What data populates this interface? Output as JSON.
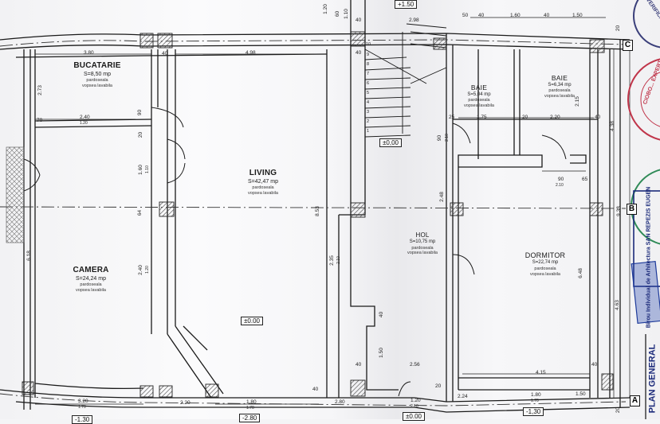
{
  "drawing": {
    "type": "architectural floor plan (photographed sheet)",
    "rooms": [
      {
        "name": "BUCATARIE",
        "area": "S=8,50 mp",
        "floor": "pardoseala",
        "walls": "vopsea lavabila"
      },
      {
        "name": "LIVING",
        "area": "S=42,47 mp",
        "floor": "pardoseala",
        "walls": "vopsea lavabila"
      },
      {
        "name": "CAMERA",
        "area": "S=24,24 mp",
        "floor": "pardoseala",
        "walls": "vopsea lavabila"
      },
      {
        "name": "HOL",
        "area": "S=10,75 mp",
        "floor": "pardoseala",
        "walls": "vopsea lavabila"
      },
      {
        "name": "BAIE",
        "area": "S=5,04 mp",
        "floor": "pardoseala",
        "walls": "vopsea lavabila"
      },
      {
        "name": "BAIE",
        "area": "S=6,34 mp",
        "floor": "pardoseala",
        "walls": "vopsea lavabila"
      },
      {
        "name": "DORMITOR",
        "area": "S=22,74 mp",
        "floor": "pardoseala",
        "walls": "vopsea lavabila"
      }
    ],
    "levels": {
      "stair_top": "+1.50",
      "stair_bottom": "±0,00",
      "living": "±0.00",
      "bottom_left": "-1.30",
      "bottom_mid": "-2.80",
      "bottom_entry": "±0.00",
      "bottom_right": "-1,30"
    },
    "axes": [
      "C",
      "B",
      "A"
    ],
    "stair_steps": [
      "1",
      "2",
      "3",
      "4",
      "5",
      "6",
      "7",
      "8",
      "9",
      "10"
    ],
    "dimensions": {
      "top": [
        "3.80",
        "40",
        "4.98",
        "40",
        "40",
        "1.20",
        "60",
        "1.10",
        "2.98",
        "50",
        "40",
        "1.60",
        "40",
        "1.50"
      ],
      "kitchen": [
        "2.40",
        "1.20",
        "2.73",
        "90",
        "20",
        "70"
      ],
      "living_vert": [
        "1.60",
        "1.10",
        "64",
        "2.40",
        "1.20",
        "8.53"
      ],
      "camera_vert": [
        "6.18"
      ],
      "hol": [
        "2.35",
        "2.10",
        "40",
        "1.50",
        "40",
        "2.56"
      ],
      "baie": [
        "25",
        "1.75",
        "20",
        "2.20",
        "40",
        "2.15"
      ],
      "dormitor": [
        "90",
        "2.10",
        "65",
        "2.48",
        "4.15",
        "40",
        "90",
        "2.10",
        "6.48",
        "20"
      ],
      "right_vert": [
        "4.38",
        "9.33",
        "4.63",
        "20"
      ],
      "bottom": [
        "3.20",
        "1.70",
        "2.20",
        "1.80",
        "1.70",
        "2.80",
        "1.20",
        "2.10",
        "2.24",
        "1.80",
        "1.70",
        "1.50",
        "20",
        "40"
      ]
    },
    "stamps": [
      {
        "text": "VERIFICAT",
        "color": "#3a3f7a"
      },
      {
        "text": "CIOBO... EXPERT",
        "color": "#c0354a"
      },
      {
        "text": "Birou Individual de Arhitectura SAN REPEZIS EUGEN",
        "color": "#2f8a57"
      },
      {
        "text": "PLAN GENERAL",
        "color": "#1b2a7a"
      }
    ],
    "colors": {
      "ink": "#1a1a1a",
      "paper": "#f4f4f6",
      "hatch": "#555555",
      "stamp_red": "#c0354a",
      "stamp_green": "#2f8a57",
      "stamp_blue": "#1d3a9a"
    }
  }
}
